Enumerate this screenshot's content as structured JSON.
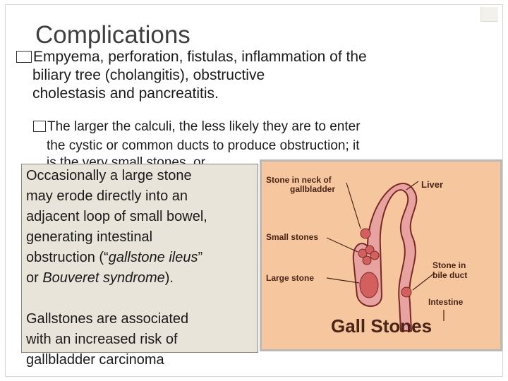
{
  "slide": {
    "title": "Complications",
    "bullet1": {
      "line1": "Empyema, perforation, fistulas, inflammation of the",
      "line2": "biliary tree (cholangitis), obstructive",
      "line3": "cholestasis and pancreatitis."
    },
    "bullet2": {
      "line1": "The larger the calculi, the less likely they are to enter",
      "line2": "the cystic or common ducts to produce obstruction; it",
      "line3_partial": "is the very small stones, or"
    },
    "textbox": {
      "p1_lines": [
        "Occasionally a large stone",
        "may erode directly into an",
        "adjacent loop of small bowel,",
        "generating intestinal"
      ],
      "p1_line5_a": "obstruction (“",
      "p1_line5_italic": "gallstone ileus",
      "p1_line5_b": "”",
      "p1_line6_a": "or ",
      "p1_line6_italic": "Bouveret syndrome",
      "p1_line6_b": ").",
      "p2_lines": [
        "Gallstones are associated",
        "with an increased risk of",
        "gallbladder carcinoma"
      ]
    },
    "figure": {
      "label_stone_neck_1": "Stone in neck of",
      "label_stone_neck_2": "gallbladder",
      "label_liver": "Liver",
      "label_small_stones": "Small stones",
      "label_large_stone": "Large stone",
      "label_bile_duct_1": "Stone in",
      "label_bile_duct_2": "bile duct",
      "label_intestine": "Intestine",
      "caption": "Gall Stones"
    },
    "colors": {
      "figure_bg": "#f6c79f",
      "textbox_bg": "#e9e4d9",
      "organ_fill": "#e8a3a0",
      "stone_fill": "#d35f5f"
    }
  }
}
